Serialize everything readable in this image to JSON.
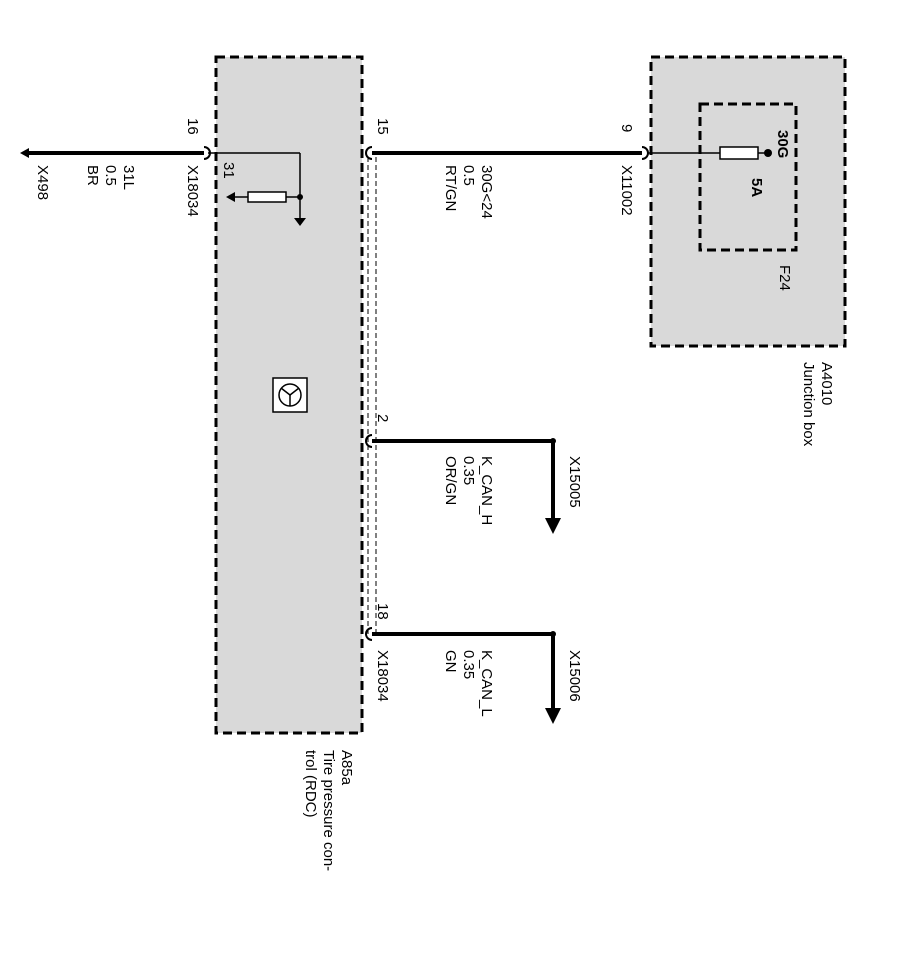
{
  "modules": {
    "rdc": {
      "id": "A85a",
      "name_line1": "Tire pressure con-",
      "name_line2": "trol (RDC)"
    },
    "junction": {
      "id": "A4010",
      "name": "Junction box"
    }
  },
  "fuse": {
    "id": "F24",
    "terminal": "30G",
    "rating": "5A"
  },
  "ground": {
    "connector": "X498"
  },
  "pins": {
    "p16": "16",
    "p31": "31",
    "p15": "15",
    "p9": "9",
    "p2": "2",
    "p18": "18"
  },
  "connectors": {
    "x18034_a": "X18034",
    "x18034_b": "X18034",
    "x11002": "X11002",
    "x15005": "X15005",
    "x15006": "X15006"
  },
  "wires": {
    "ground": {
      "signal": "31L",
      "size": "0.5",
      "color": "BR"
    },
    "power": {
      "signal": "30G<24",
      "size": "0.5",
      "color": "RT/GN"
    },
    "can_h": {
      "signal": "K_CAN_H",
      "size": "0.35",
      "color": "OR/GN"
    },
    "can_l": {
      "signal": "K_CAN_L",
      "size": "0.35",
      "color": "GN"
    }
  },
  "colors": {
    "module_fill": "#d9d9d9",
    "line": "#000000"
  }
}
